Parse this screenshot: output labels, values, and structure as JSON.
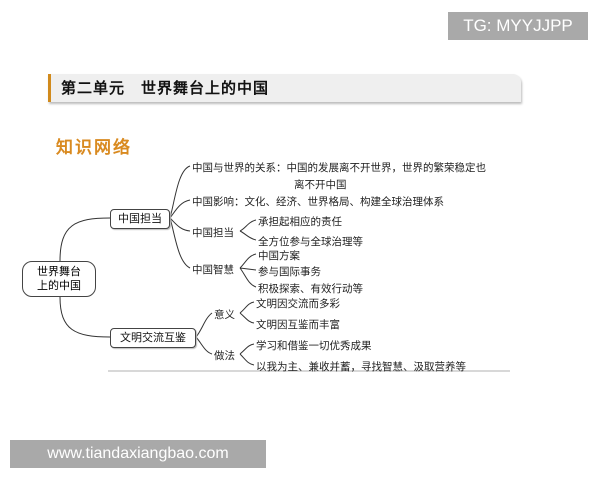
{
  "watermark_top": "TG: MYYJJPP",
  "header": {
    "title": "第二单元　世界舞台上的中国"
  },
  "section_title": "知识网络",
  "diagram": {
    "root": {
      "line1": "世界舞台",
      "line2": "上的中国"
    },
    "branch1": {
      "label": "中国担当",
      "relation_line1": "中国与世界的关系：中国的发展离不开世界，世界的繁荣稳定也",
      "relation_line2": "离不开中国",
      "influence": "中国影响：文化、经济、世界格局、构建全球治理体系",
      "responsibility": {
        "label": "中国担当",
        "items": [
          "承担起相应的责任",
          "全方位参与全球治理等"
        ]
      },
      "wisdom": {
        "label": "中国智慧",
        "items": [
          "中国方案",
          "参与国际事务",
          "积极探索、有效行动等"
        ]
      }
    },
    "branch2": {
      "label": "文明交流互鉴",
      "meaning": {
        "label": "意义",
        "items": [
          "文明因交流而多彩",
          "文明因互鉴而丰富"
        ]
      },
      "method": {
        "label": "做法",
        "items": [
          "学习和借鉴一切优秀成果",
          "以我为主、兼收并蓄，寻找智慧、汲取营养等"
        ]
      }
    }
  },
  "watermark_bottom": "www.tiandaxiangbao.com"
}
